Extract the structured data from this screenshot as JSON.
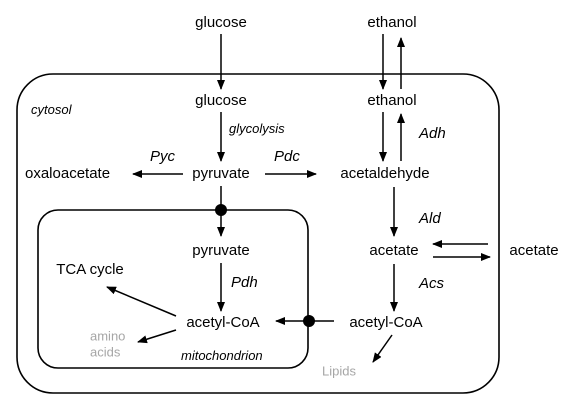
{
  "compartments": {
    "cytosol": "cytosol",
    "mitochondrion": "mitochondrion"
  },
  "metabolites": {
    "glucose_out": "glucose",
    "ethanol_out": "ethanol",
    "glucose_in": "glucose",
    "ethanol_in": "ethanol",
    "oxaloacetate": "oxaloacetate",
    "pyruvate_cyt": "pyruvate",
    "acetaldehyde": "acetaldehyde",
    "acetate_cyt": "acetate",
    "acetate_out": "acetate",
    "pyruvate_mit": "pyruvate",
    "tca_cycle": "TCA cycle",
    "acetyl_coa_mit": "acetyl-CoA",
    "acetyl_coa_cyt": "acetyl-CoA",
    "amino_acids_line1": "amino",
    "amino_acids_line2": "acids",
    "lipids": "Lipids"
  },
  "processes": {
    "glycolysis": "glycolysis"
  },
  "enzymes": {
    "pyc": "Pyc",
    "pdc": "Pdc",
    "adh": "Adh",
    "ald": "Ald",
    "acs": "Acs",
    "pdh": "Pdh"
  },
  "colors": {
    "line": "#000000",
    "faint_text": "#a6a6a6"
  }
}
